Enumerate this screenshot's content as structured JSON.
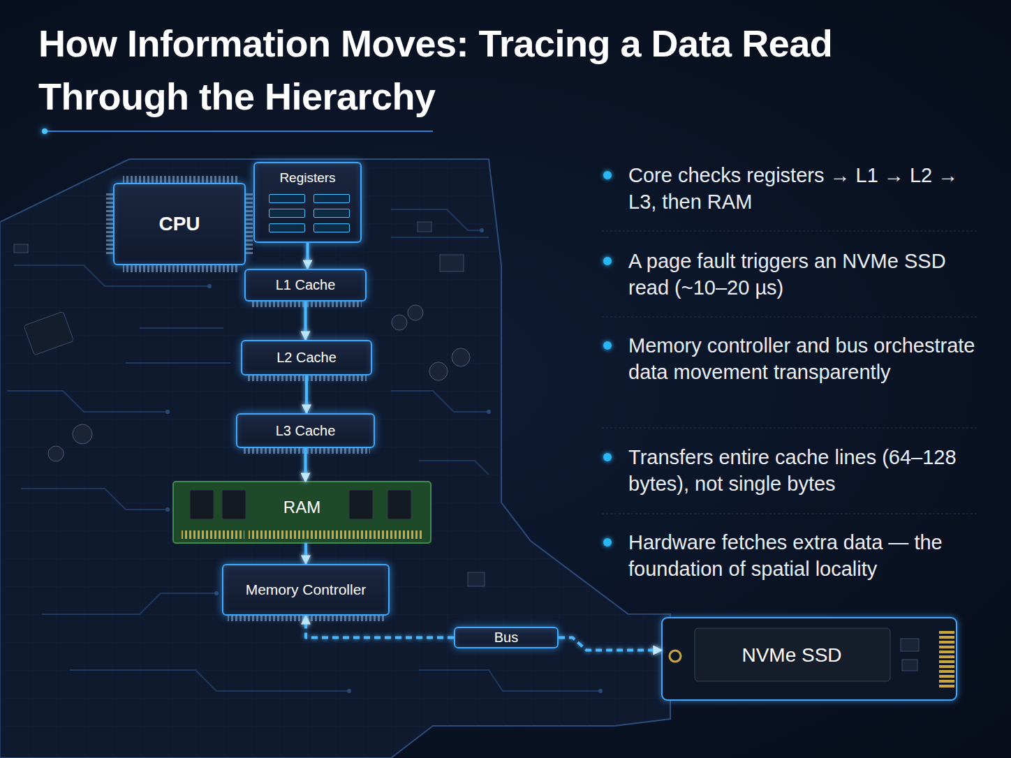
{
  "diagram": {
    "title": "How Information Moves: Tracing a Data Read Through the Hierarchy",
    "nodes": [
      {
        "text": [
          "CPU"
        ]
      },
      {
        "text": [
          "Registers"
        ]
      },
      {
        "text": [
          "L1 Cache"
        ]
      },
      {
        "text": [
          "L2 Cache"
        ]
      },
      {
        "text": [
          "L3 Cache"
        ]
      },
      {
        "text": [
          "RAM"
        ]
      },
      {
        "text": [
          "Memory Controller"
        ]
      },
      {
        "text": [
          "Bus"
        ]
      },
      {
        "text": [
          "NVMe SSD"
        ]
      }
    ],
    "edges": [
      {
        "from": 1,
        "to": 2,
        "arrow": "to"
      },
      {
        "from": 2,
        "to": 3,
        "arrow": "to"
      },
      {
        "from": 3,
        "to": 4,
        "arrow": "to"
      },
      {
        "from": 4,
        "to": 5,
        "arrow": "to"
      },
      {
        "from": 5,
        "to": 6,
        "arrow": "to"
      },
      {
        "from": 7,
        "to": 6,
        "arrow": "to"
      },
      {
        "from": 7,
        "to": 8,
        "arrow": "to"
      }
    ],
    "labels": [
      "Core checks registers → L1 → L2 → L3, then RAM",
      "A page fault triggers an NVMe SSD read (~10–20 µs)",
      "Memory controller and bus orchestrate data movement transparently",
      "Transfers entire cache lines (64–128 bytes), not single bytes",
      "Hardware fetches extra data — the foundation of spatial locality"
    ]
  }
}
